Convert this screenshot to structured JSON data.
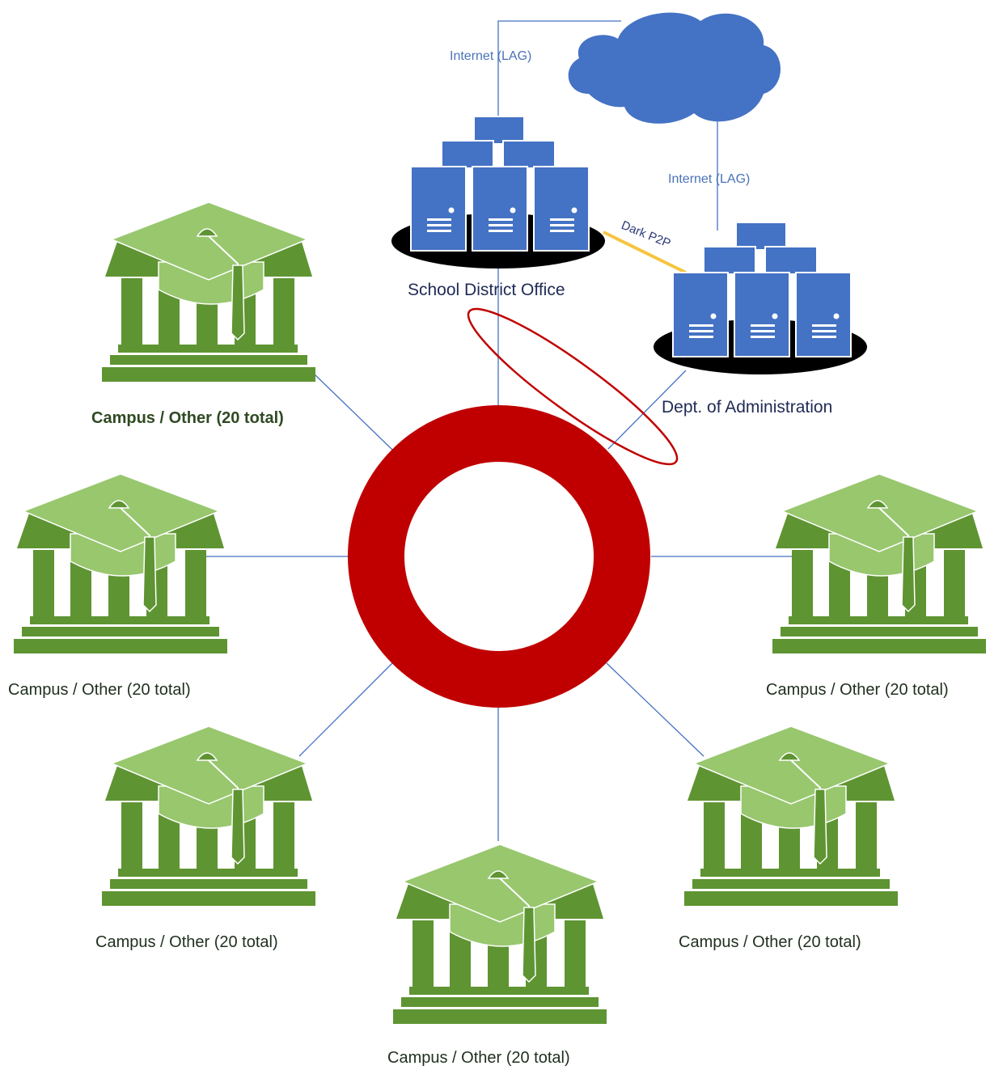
{
  "colors": {
    "link_line": "#4472c4",
    "cloud": "#4472c4",
    "server": "#4472c4",
    "server_platform": "#000000",
    "dark_p2p_line": "#f5c542",
    "ring": "#c00000",
    "building_dark": "#5f9432",
    "building_light": "#98c76e",
    "highlight_ellipse": "#c00000"
  },
  "internet_label_sdo": "Internet (LAG)",
  "internet_label_doa": "Internet (LAG)",
  "dark_p2p_label": "Dark P2P",
  "nodes": {
    "school_district_office": "School District Office",
    "dept_of_administration": "Dept. of Administration"
  },
  "campuses": [
    {
      "id": "top-left",
      "label": "Campus / Other (20 total)",
      "bold": true
    },
    {
      "id": "mid-left",
      "label": "Campus / Other (20 total)"
    },
    {
      "id": "low-left",
      "label": "Campus / Other (20 total)"
    },
    {
      "id": "bottom",
      "label": "Campus / Other (20 total)"
    },
    {
      "id": "low-right",
      "label": "Campus / Other (20 total)"
    },
    {
      "id": "mid-right",
      "label": "Campus / Other (20 total)"
    }
  ],
  "icons": {
    "cloud": "cloud-icon",
    "servers": "server-cluster-icon",
    "campus": "campus-building-icon",
    "ring": "network-ring-icon"
  }
}
